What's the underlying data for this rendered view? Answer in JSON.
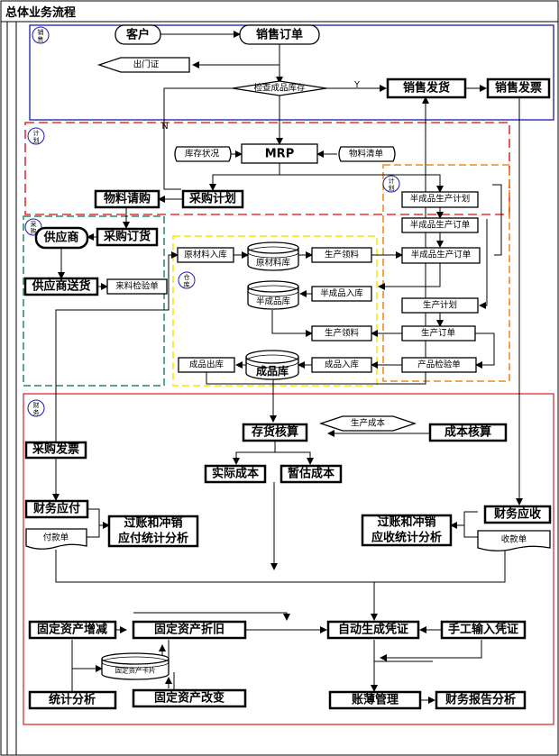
{
  "title": "总体业务流程",
  "zones": {
    "sales": "销售",
    "plan": "计划",
    "plan2": "计划",
    "purchase": "采购",
    "warehouse": "仓库",
    "finance": "财务"
  },
  "colors": {
    "sales": "#1a1aaa",
    "plan": "#e83030",
    "plan2": "#f08a20",
    "purchase": "#208a60",
    "warehouse": "#f5e800",
    "finance": "#d83030"
  },
  "nodes": {
    "customer": "客户",
    "sales_order": "销售订单",
    "exit_pass": "出门证",
    "check_stock": "检查成品库存",
    "yes": "Y",
    "no": "N",
    "sales_ship": "销售发货",
    "sales_invoice": "销售发票",
    "stock_status": "库存状况",
    "mrp": "MRP",
    "bom": "物料清单",
    "material_request": "物料请购",
    "purchase_plan": "采购计划",
    "semi_plan": "半成品生产计划",
    "semi_order1": "半成品生产订单",
    "supplier": "供应商",
    "purchase_order": "采购订货",
    "raw_in": "原材料入库",
    "raw_store": "原材料库",
    "prod_pick1": "生产领料",
    "semi_order2": "半成品生产订单",
    "supplier_ship": "供应商送货",
    "incoming_check": "来料检验单",
    "semi_store": "半成品库",
    "semi_in": "半成品入库",
    "prod_plan": "生产计划",
    "prod_pick2": "生产领料",
    "prod_order": "生产订单",
    "finished_out": "成品出库",
    "finished_store": "成品库",
    "finished_in": "成品入库",
    "product_check": "产品检验单",
    "inventory_acct": "存货核算",
    "prod_cost": "生产成本",
    "cost_acct": "成本核算",
    "purchase_invoice": "采购发票",
    "actual_cost": "实际成本",
    "estimated_cost": "暂估成本",
    "ap": "财务应付",
    "ap_post": "过账和冲销",
    "ap_stats": "应付统计分析",
    "payment": "付款单",
    "ar_post": "过账和冲销",
    "ar_stats": "应收统计分析",
    "ar": "财务应收",
    "receipt": "收款单",
    "fa_change": "固定资产增减",
    "fa_depr": "固定资产折旧",
    "auto_voucher": "自动生成凭证",
    "manual_voucher": "手工输入凭证",
    "fa_card": "固定资产卡片",
    "stats": "统计分析",
    "fa_modify": "固定资产改变",
    "ledger": "账薄管理",
    "report": "财务报告分析"
  }
}
